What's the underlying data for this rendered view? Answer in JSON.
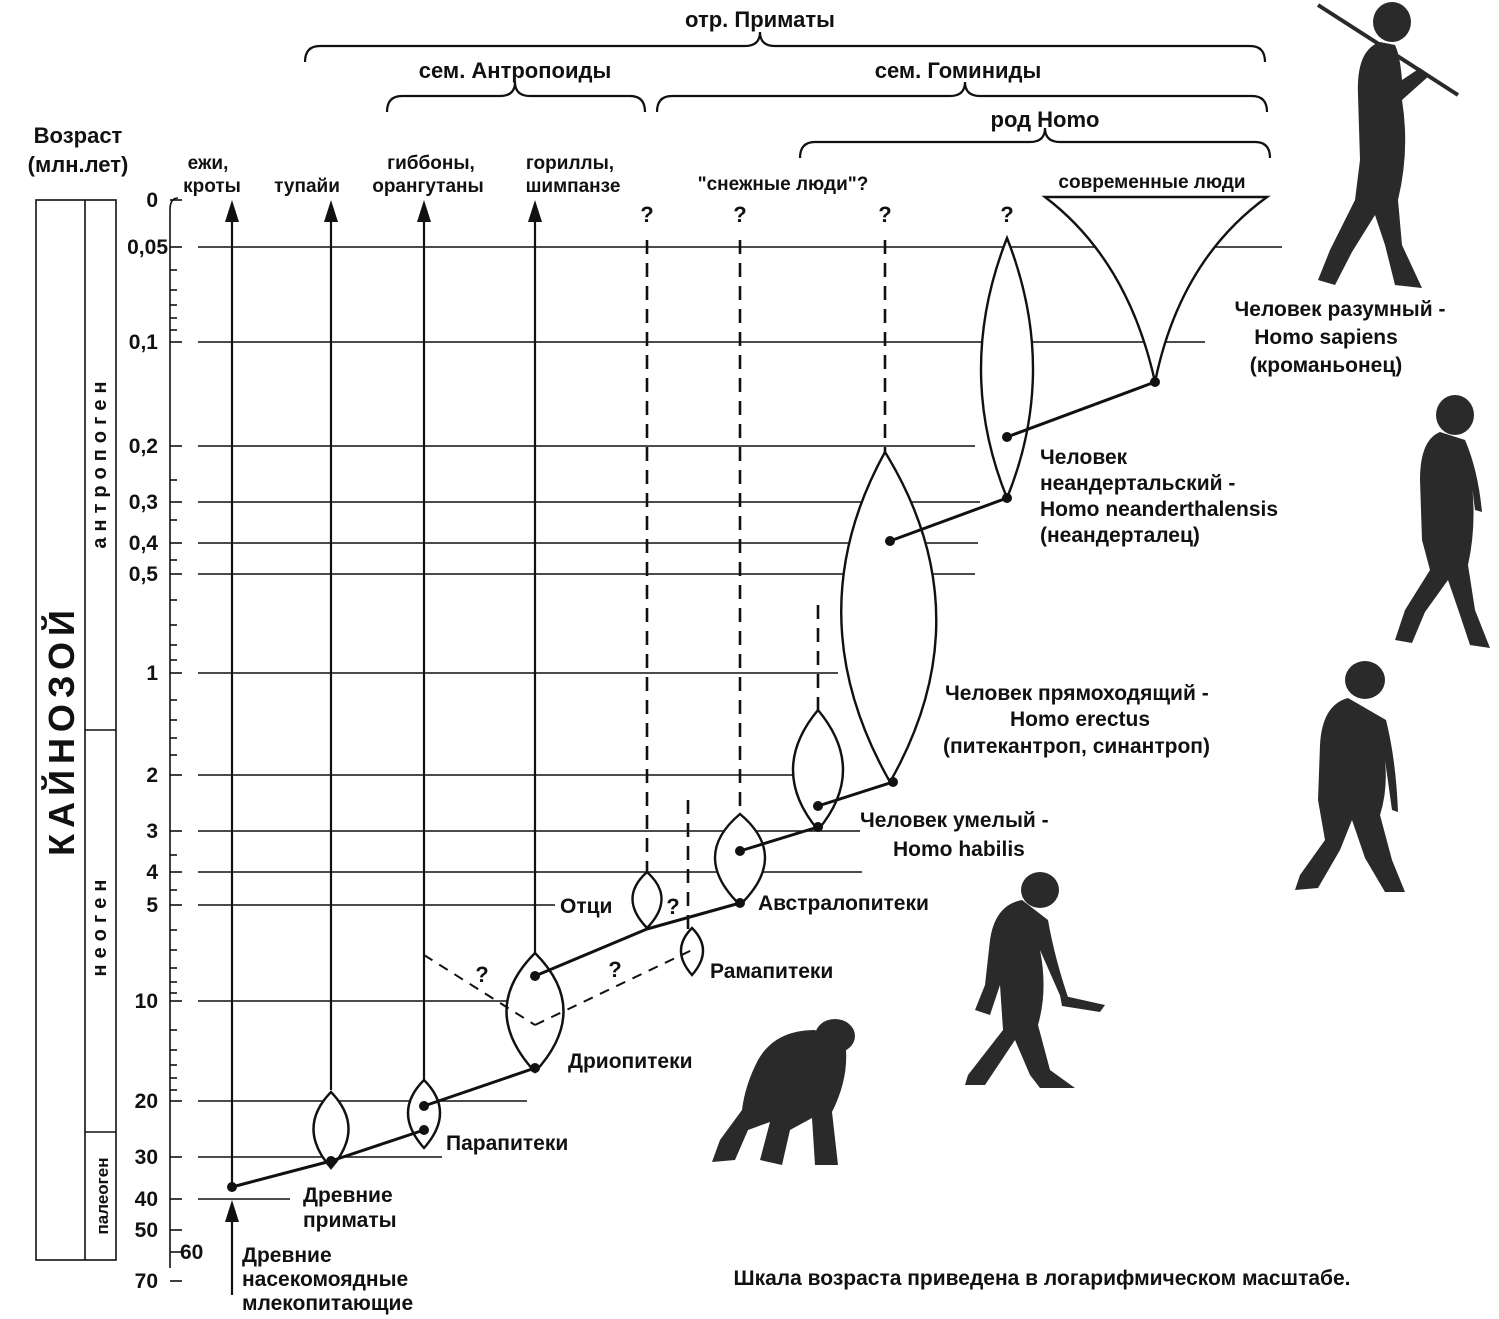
{
  "axis": {
    "title_line1": "Возраст",
    "title_line2": "(млн.лет)",
    "ticks": [
      "0",
      "0,05",
      "0,1",
      "0,2",
      "0,3",
      "0,4",
      "0,5",
      "1",
      "2",
      "3",
      "4",
      "5",
      "10",
      "20",
      "30",
      "40",
      "50",
      "60",
      "70"
    ]
  },
  "eras": {
    "main": "КАЙНОЗОЙ",
    "periods": [
      "антропоген",
      "неоген",
      "палеоген"
    ]
  },
  "taxonomy": {
    "order": "отр. Приматы",
    "family_anthropoids": "сем. Антропоиды",
    "family_hominids": "сем. Гоминиды",
    "genus": "род Homo"
  },
  "lineages": {
    "hedgehogs_line1": "ежи,",
    "hedgehogs_line2": "кроты",
    "tupai": "тупайи",
    "gibbons_line1": "гиббоны,",
    "gibbons_line2": "орангутаны",
    "gorillas_line1": "гориллы,",
    "gorillas_line2": "шимпанзе",
    "snowmen": "\"снежные люди\"?",
    "modern": "современные люди"
  },
  "question_mark": "?",
  "groups": {
    "ancient_insectivores_line1": "Древние",
    "ancient_insectivores_line2": "насекомоядные",
    "ancient_insectivores_line3": "млекопитающие",
    "ancient_primates_line1": "Древние",
    "ancient_primates_line2": "приматы",
    "parapithecus": "Парапитеки",
    "dryopithecus": "Дриопитеки",
    "ramapithecus": "Рамапитеки",
    "fathers": "Отци",
    "australopithecus": "Австралопитеки",
    "habilis_line1": "Человек умелый -",
    "habilis_line2": "Homo habilis",
    "erectus_line1": "Человек прямоходящий -",
    "erectus_line2": "Homo erectus",
    "erectus_line3": "(питекантроп, синантроп)",
    "neanderthal_line1": "Человек",
    "neanderthal_line2": "неандертальский -",
    "neanderthal_line3": "Homo neanderthalensis",
    "neanderthal_line4": "(неандерталец)",
    "sapiens_line1": "Человек разумный -",
    "sapiens_line2": "Homo sapiens",
    "sapiens_line3": "(кроманьонец)"
  },
  "note": "Шкала возраста приведена в логарифмическом масштабе.",
  "icons": [
    "primate-silhouette-icon"
  ]
}
